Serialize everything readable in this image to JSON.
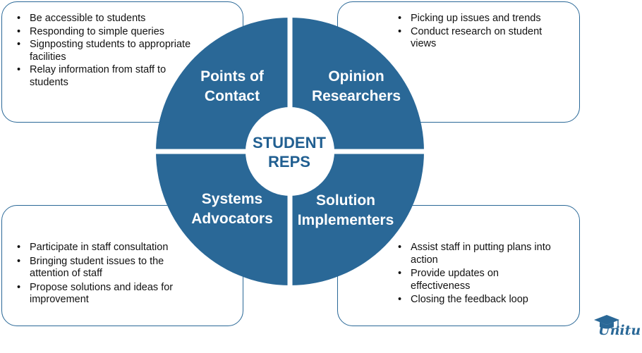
{
  "diagram": {
    "center": "STUDENT\nREPS",
    "quadrants": {
      "top_left": "Points of\nContact",
      "top_right": "Opinion\nResearchers",
      "bottom_left": "Systems\nAdvocators",
      "bottom_right": "Solution\nImplementers"
    },
    "boxes": {
      "top_left": [
        "Be accessible to students",
        "Responding to simple queries",
        "Signposting students to appropriate facilities",
        "Relay information from   staff to students"
      ],
      "top_right": [
        "Picking up issues and trends",
        "Conduct research on student views"
      ],
      "bottom_left": [
        "Participate in staff consultation",
        "Bringing student issues to the attention of staff",
        "Propose solutions and ideas for improvement"
      ],
      "bottom_right": [
        "Assist staff in putting plans into action",
        "Provide updates on effectiveness",
        "Closing the feedback loop"
      ]
    },
    "colors": {
      "wheel": "#2a6897",
      "center_text": "#215f91",
      "box_border": "#2a6897"
    }
  },
  "logo": {
    "text": "Unitu",
    "icon": "graduation-cap-icon"
  }
}
